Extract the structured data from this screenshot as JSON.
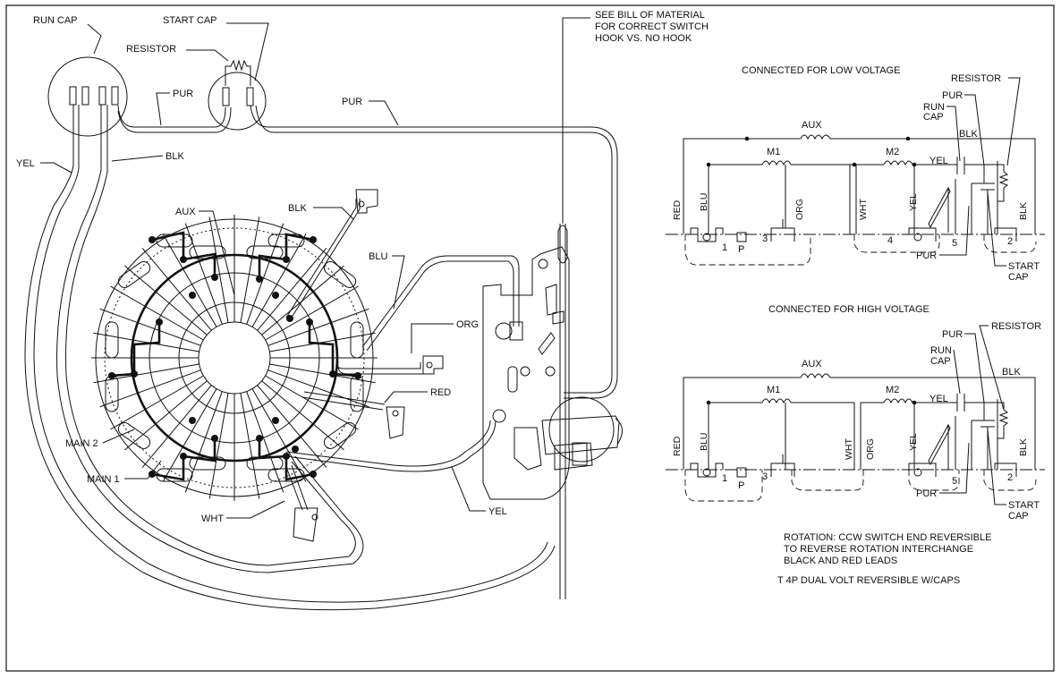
{
  "left_labels": {
    "run_cap": "RUN CAP",
    "start_cap": "START CAP",
    "resistor": "RESISTOR",
    "pur_top": "PUR",
    "pur_long": "PUR",
    "yel_left": "YEL",
    "blk_left": "BLK",
    "blk_mid": "BLK",
    "aux": "AUX",
    "blu": "BLU",
    "org": "ORG",
    "red": "RED",
    "main2": "MAIN 2",
    "main1": "MAIN 1",
    "wht": "WHT",
    "yel_bottom": "YEL"
  },
  "note_lines": [
    "SEE BILL OF MATERIAL",
    "FOR CORRECT SWITCH",
    "HOOK VS. NO HOOK"
  ],
  "low_voltage": {
    "title": "CONNECTED FOR LOW VOLTAGE",
    "aux": "AUX",
    "m1": "M1",
    "m2": "M2",
    "yel": "YEL",
    "blk_top": "BLK",
    "pur": "PUR",
    "resistor": "RESISTOR",
    "run_cap_1": "RUN",
    "run_cap_2": "CAP",
    "red": "RED",
    "blu": "BLU",
    "org": "ORG",
    "wht": "WHT",
    "yel_v": "YEL",
    "blk_v": "BLK",
    "t1": "1",
    "tp": "P",
    "t3": "3",
    "t4": "4",
    "t5": "5",
    "t2": "2",
    "pur_bottom": "PUR",
    "start_cap_1": "START",
    "start_cap_2": "CAP"
  },
  "high_voltage": {
    "title": "CONNECTED FOR HIGH VOLTAGE",
    "aux": "AUX",
    "m1": "M1",
    "m2": "M2",
    "yel": "YEL",
    "blk_top": "BLK",
    "pur": "PUR",
    "resistor": "RESISTOR",
    "run_cap_1": "RUN",
    "run_cap_2": "CAP",
    "red": "RED",
    "blu": "BLU",
    "wht": "WHT",
    "org": "ORG",
    "yel_v": "YEL",
    "blk_v": "BLK",
    "t1": "1",
    "tp": "P",
    "t3": "3",
    "t5": "5",
    "t2": "2",
    "pur_bottom": "PUR",
    "start_cap_1": "START",
    "start_cap_2": "CAP"
  },
  "rotation_lines": [
    "ROTATION:  CCW SWITCH END REVERSIBLE",
    "TO REVERSE ROTATION INTERCHANGE",
    "BLACK AND RED LEADS"
  ],
  "model_text": "T 4P DUAL VOLT REVERSIBLE W/CAPS"
}
